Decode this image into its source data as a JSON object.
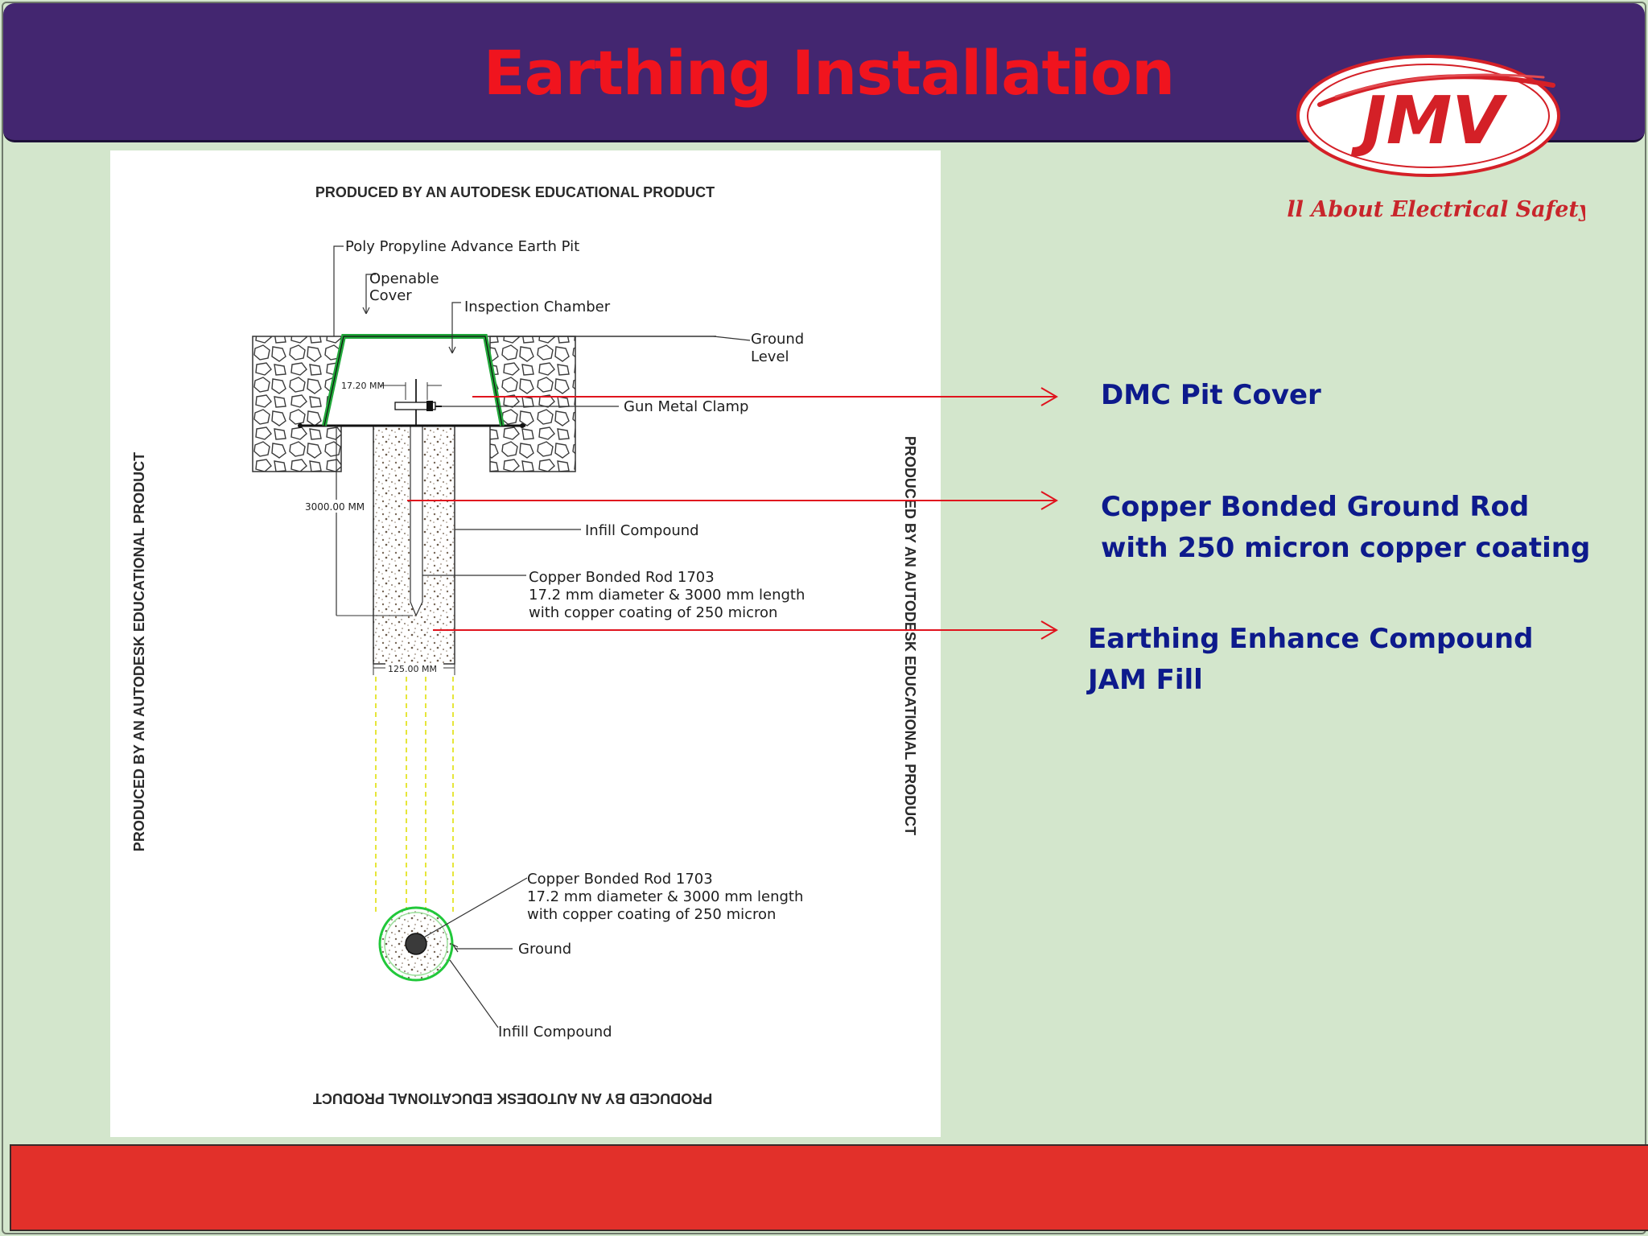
{
  "title": "Earthing Installation",
  "logo": {
    "brand": "JMV",
    "tagline": "All About Electrical Safety"
  },
  "drawing": {
    "watermark": "PRODUCED BY AN AUTODESK EDUCATIONAL PRODUCT",
    "labels": {
      "earth_pit": "Poly Propyline Advance Earth Pit",
      "openable_1": "Openable",
      "openable_2": "Cover",
      "inspection": "Inspection Chamber",
      "ground_level_1": "Ground",
      "ground_level_2": "Level",
      "dim_top": "17.20 MM",
      "clamp": "Gun Metal Clamp",
      "dim_depth": "3000.00 MM",
      "infill": "Infill Compound",
      "rod_1": "Copper Bonded Rod 1703",
      "rod_2": "17.2 mm diameter & 3000 mm length",
      "rod_3": "with copper coating of 250 micron",
      "dim_width": "125.00 MM",
      "plan_rod_1": "Copper Bonded Rod 1703",
      "plan_rod_2": "17.2 mm diameter & 3000 mm length",
      "plan_rod_3": "with copper coating of 250 micron",
      "plan_ground": "Ground",
      "plan_infill": "Infill Compound"
    }
  },
  "callouts": {
    "pit_cover": "DMC Pit Cover",
    "ground_rod_1": "Copper Bonded Ground Rod",
    "ground_rod_2": "with 250 micron copper coating",
    "compound_1": "Earthing Enhance Compound",
    "compound_2": "JAM Fill"
  },
  "colors": {
    "header": "#432670",
    "title": "#f0141e",
    "footer": "#e2302a",
    "background": "#d3e6cc",
    "callout_text": "#0d1a8c",
    "pointer": "#e0141e",
    "pit_outline": "#21a83a"
  }
}
